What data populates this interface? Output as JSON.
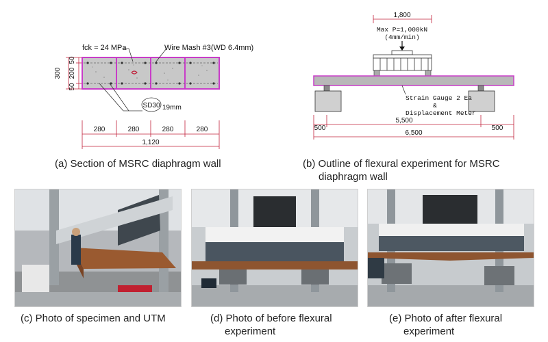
{
  "panel_a": {
    "fck_label": "fck = 24 MPa",
    "wire_mesh_label": "Wire Mash #3(WD 6.4mm)",
    "rebar_label": "SD30",
    "rebar_size": "19mm",
    "dim_height": "300",
    "dim_top": "50",
    "dim_mid": "200",
    "dim_bot": "50",
    "dim_cells": [
      "280",
      "280",
      "280",
      "280"
    ],
    "dim_total": "1,120",
    "caption": "(a) Section of MSRC diaphragm wall"
  },
  "panel_b": {
    "dim_top": "1,800",
    "load_label_1": "Max P=1,000kN",
    "load_label_2": "(4mm/min)",
    "gauge_label_1": "Strain Gauge 2 Ea",
    "gauge_label_2": "&",
    "gauge_label_3": "Displacement Meter",
    "dim_left": "500",
    "dim_span": "5,500",
    "dim_right": "500",
    "dim_total": "6,500",
    "caption_line1": "(b) Outline of flexural experiment for MSRC",
    "caption_line2": "diaphragm wall"
  },
  "panel_c": {
    "caption": "(c) Photo of specimen and UTM"
  },
  "panel_d": {
    "caption_line1": "(d) Photo of before flexural",
    "caption_line2": "experiment"
  },
  "panel_e": {
    "caption_line1": "(e) Photo of after flexural",
    "caption_line2": "experiment"
  },
  "colors": {
    "outline_magenta": "#c83cc8",
    "concrete": "#c8c8c8",
    "beam": "#b8b8b8",
    "dim_red": "#c0203a"
  }
}
